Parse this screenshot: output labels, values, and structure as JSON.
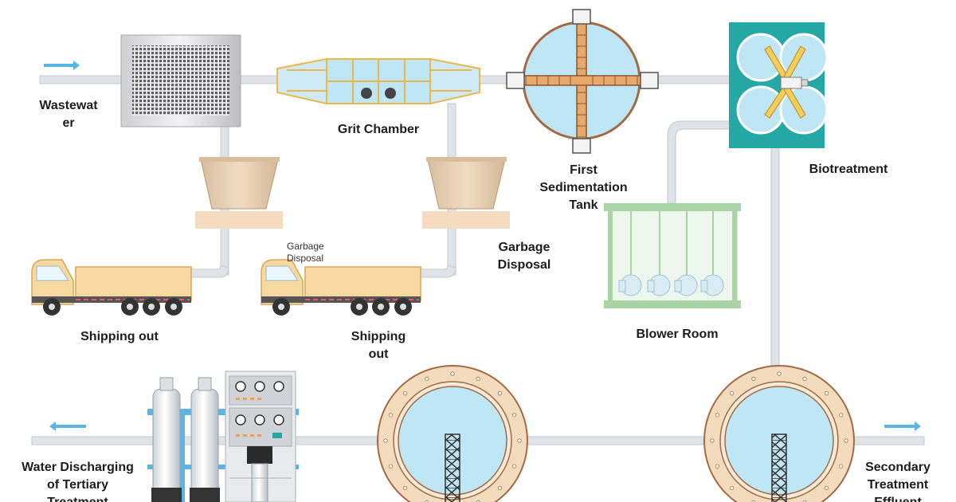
{
  "labels": {
    "wastewater": "Wastewat\ner",
    "grit_chamber": "Grit Chamber",
    "first_sedimentation_tank": "First\nSedimentation\nTank",
    "biotreatment": "Biotreatment",
    "garbage_disposal_small": "Garbage\nDisposal",
    "garbage_disposal": "Garbage\nDisposal",
    "shipping_out_1": "Shipping out",
    "shipping_out_2": "Shipping\nout",
    "blower_room": "Blower Room",
    "water_discharging": "Water Discharging\nof Tertiary\nTreatment",
    "secondary_treatment": "Secondary\nTreatment\nEffluent"
  },
  "colors": {
    "pipe": "#dfe3e8",
    "pipe_edge": "#c2c8cf",
    "arrow": "#5ab4e6",
    "water": "#bfe6f4",
    "tank_rim": "#f2dcbd",
    "tank_rim_edge": "#a36a43",
    "truck_cargo": "#f6d9a0",
    "hopper": "#e6cfb3",
    "biotreat_bg": "#25a7a5",
    "blower_frame": "#a9d4a3",
    "truss": "#333333"
  },
  "icons": {
    "screen": "bar-screen-icon",
    "truck": "dump-truck-icon",
    "hopper": "hopper-icon",
    "arrow": "flow-arrow-icon",
    "blower": "blower-icon",
    "filter": "filter-tank-icon",
    "control_panel": "control-panel-icon"
  }
}
